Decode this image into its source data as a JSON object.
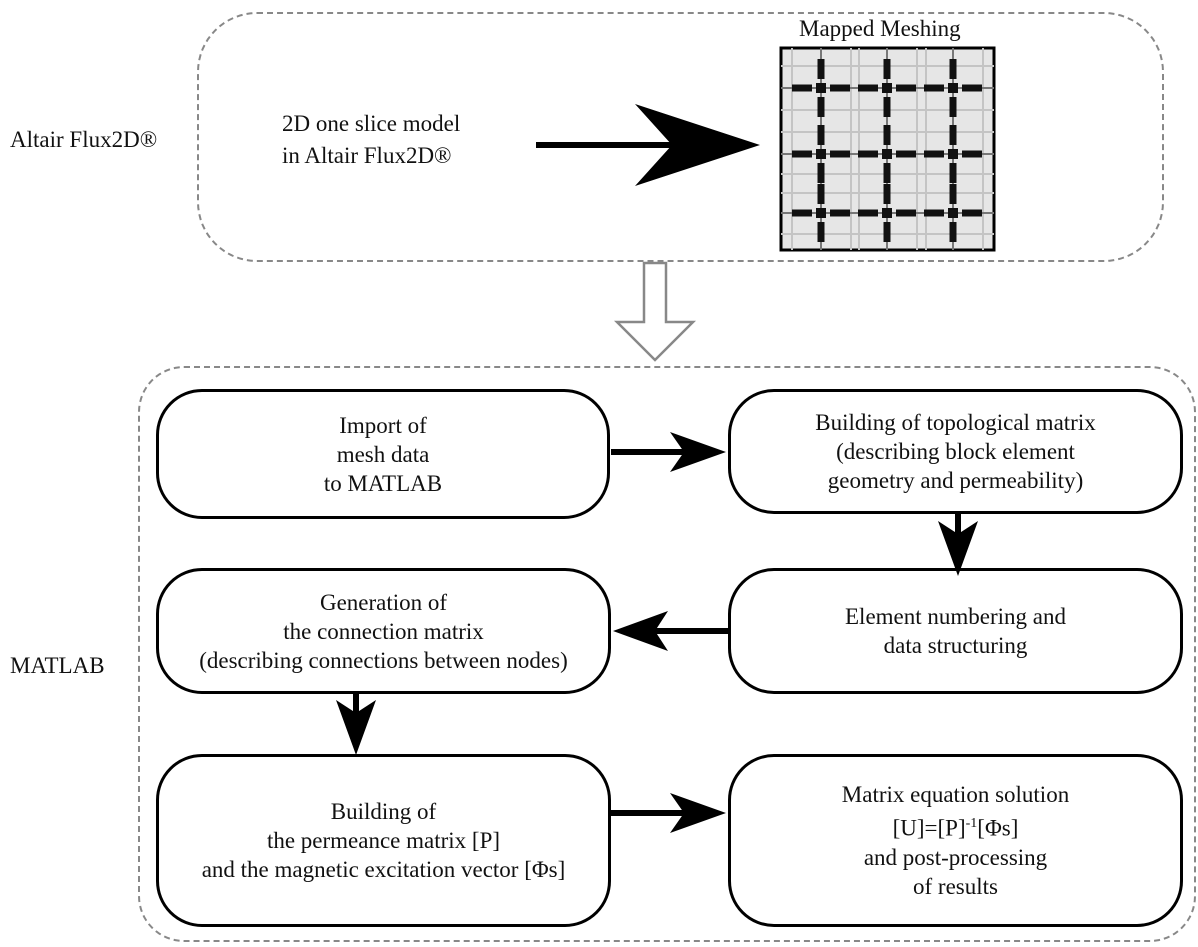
{
  "top_section": {
    "label": "Altair Flux2D®",
    "model_text": "2D one slice model\nin Altair Flux2D®",
    "mesh_title": "Mapped Meshing"
  },
  "bottom_section": {
    "label": "MATLAB",
    "steps": [
      {
        "text": "Import of\nmesh data\nto MATLAB"
      },
      {
        "text": "Building of topological matrix\n(describing block element\ngeometry and permeability)"
      },
      {
        "text": "Element numbering and\ndata structuring"
      },
      {
        "text": "Generation of\nthe connection matrix\n(describing connections between nodes)"
      },
      {
        "text": "Building of\nthe permeance matrix [P]\nand the magnetic excitation vector [Φs]"
      },
      {
        "line1": "Matrix equation solution",
        "eq_a": "[U]=[P]",
        "eq_sup": "-1",
        "eq_b": "[Φs]",
        "line3": "and post-processing",
        "line4": "of results"
      }
    ]
  }
}
